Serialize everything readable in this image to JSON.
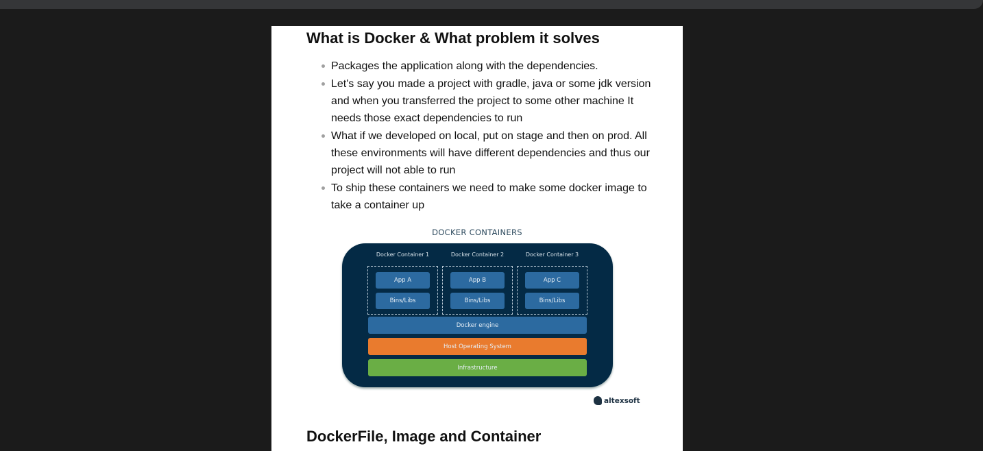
{
  "heading1": "What is Docker & What problem it solves",
  "bullets": [
    "Packages the application along with the dependencies.",
    "Let's say you made a project with gradle, java or some jdk version and when you transferred the project to some other machine It needs those exact dependencies to run",
    "What if we developed on local, put on stage and then on prod. All these environments will have different dependencies and thus our project will not able to run",
    "To ship these containers we need to make some docker image to take a container up"
  ],
  "diagram": {
    "title": "DOCKER CONTAINERS",
    "containers": [
      {
        "label": "Docker Container 1",
        "app": "App A",
        "libs": "Bins/Libs"
      },
      {
        "label": "Docker Container 2",
        "app": "App B",
        "libs": "Bins/Libs"
      },
      {
        "label": "Docker Container 3",
        "app": "App C",
        "libs": "Bins/Libs"
      }
    ],
    "engine": "Docker engine",
    "host": "Host Operating System",
    "infra": "Infrastructure",
    "logo": "altexsoft",
    "colors": {
      "bg": "#042a45",
      "block": "#2c6aa0",
      "host": "#e97b2e",
      "infra": "#6aae45"
    }
  },
  "heading2": "DockerFile, Image and Container"
}
